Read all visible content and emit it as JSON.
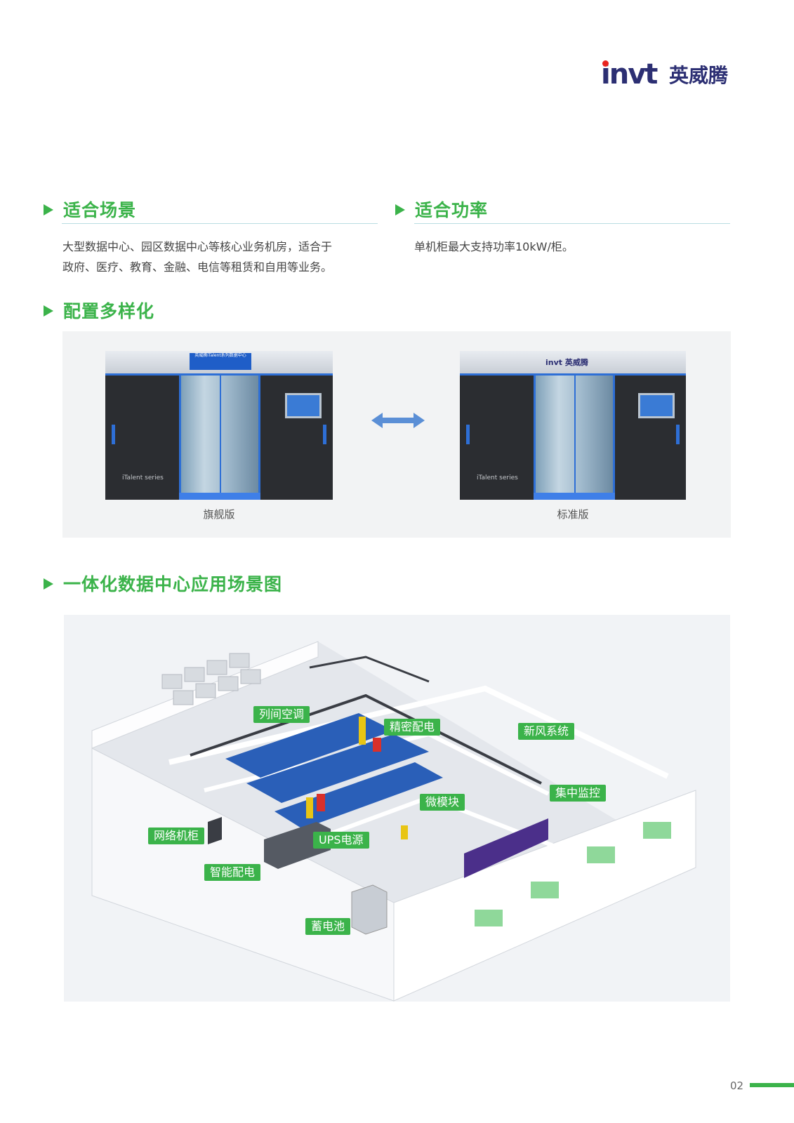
{
  "logo": {
    "en": "invt",
    "cn": "英威腾"
  },
  "sections": {
    "scene": {
      "heading": "适合场景",
      "lines": [
        "大型数据中心、园区数据中心等核心业务机房，适合于",
        "政府、医疗、教育、金融、电信等租赁和自用等业务。"
      ]
    },
    "power": {
      "heading": "适合功率",
      "text": "单机柜最大支持功率10kW/柜。"
    },
    "config": {
      "heading": "配置多样化",
      "items": [
        {
          "caption": "旗舰版",
          "series": "iTalent series",
          "sign": "英威腾iTalent系列数据中心"
        },
        {
          "caption": "标准版",
          "series": "iTalent series",
          "brand": "invt 英威腾"
        }
      ]
    },
    "app": {
      "heading": "一体化数据中心应用场景图",
      "labels": [
        "列间空调",
        "精密配电",
        "新风系统",
        "微模块",
        "集中监控",
        "网络机柜",
        "UPS电源",
        "智能配电",
        "蓄电池"
      ]
    }
  },
  "colors": {
    "accent": "#3bb34a",
    "brand": "#2c2f73",
    "arrow": "#5b8fd6"
  },
  "page_number": "02"
}
